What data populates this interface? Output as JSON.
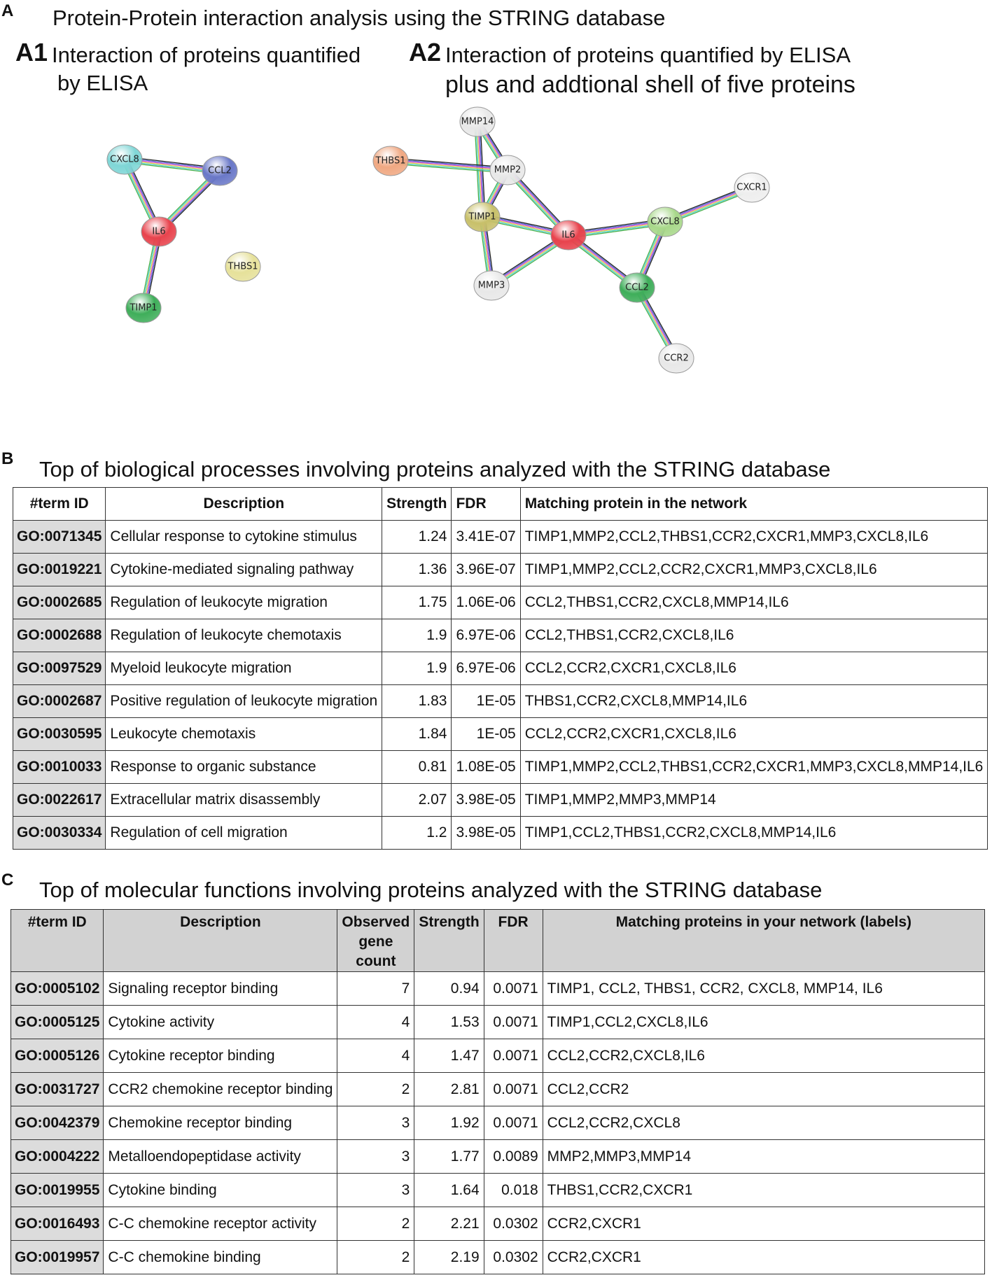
{
  "panel_a": {
    "letter": "A",
    "title": "Protein-Protein interaction analysis using the STRING database",
    "a1": {
      "letter": "A1",
      "title_line1": "Interaction of proteins quantified",
      "title_line2": "by ELISA",
      "nodes": [
        {
          "id": "CXCL8",
          "label": "CXCL8",
          "color": "#7fd6d6"
        },
        {
          "id": "CCL2",
          "label": "CCL2",
          "color": "#6a78c8"
        },
        {
          "id": "IL6",
          "label": "IL6",
          "color": "#e8434d"
        },
        {
          "id": "THBS1",
          "label": "THBS1",
          "color": "#e6e19a"
        },
        {
          "id": "TIMP1",
          "label": "TIMP1",
          "color": "#3fae5a"
        }
      ],
      "edges": [
        [
          "CXCL8",
          "CCL2"
        ],
        [
          "CXCL8",
          "IL6"
        ],
        [
          "CCL2",
          "IL6"
        ],
        [
          "IL6",
          "TIMP1"
        ]
      ]
    },
    "a2": {
      "letter": "A2",
      "title_line1": "Interaction of proteins quantified by ELISA",
      "title_line2": "plus and addtional shell of five proteins",
      "nodes": [
        {
          "id": "MMP14",
          "label": "MMP14",
          "color": "#e8e8e8"
        },
        {
          "id": "THBS1",
          "label": "THBS1",
          "color": "#f0a882"
        },
        {
          "id": "MMP2",
          "label": "MMP2",
          "color": "#e8e8e8"
        },
        {
          "id": "CXCR1",
          "label": "CXCR1",
          "color": "#eeeeee"
        },
        {
          "id": "TIMP1",
          "label": "TIMP1",
          "color": "#c8c06a"
        },
        {
          "id": "IL6",
          "label": "IL6",
          "color": "#e8434d"
        },
        {
          "id": "CXCL8",
          "label": "CXCL8",
          "color": "#a8d88a"
        },
        {
          "id": "MMP3",
          "label": "MMP3",
          "color": "#e8e8e8"
        },
        {
          "id": "CCL2",
          "label": "CCL2",
          "color": "#3fae5a"
        },
        {
          "id": "CCR2",
          "label": "CCR2",
          "color": "#e8e8e8"
        }
      ],
      "edges": [
        [
          "MMP14",
          "MMP2"
        ],
        [
          "MMP14",
          "TIMP1"
        ],
        [
          "THBS1",
          "MMP2"
        ],
        [
          "MMP2",
          "TIMP1"
        ],
        [
          "MMP2",
          "IL6"
        ],
        [
          "TIMP1",
          "IL6"
        ],
        [
          "TIMP1",
          "MMP3"
        ],
        [
          "MMP3",
          "IL6"
        ],
        [
          "IL6",
          "CXCL8"
        ],
        [
          "IL6",
          "CCL2"
        ],
        [
          "CXCL8",
          "CCL2"
        ],
        [
          "CXCL8",
          "CXCR1"
        ],
        [
          "CCL2",
          "CCR2"
        ]
      ]
    }
  },
  "panel_b": {
    "letter": "B",
    "title": "Top of biological processes involving proteins analyzed with the STRING database",
    "headers": [
      "#term ID",
      "Description",
      "Strength",
      "FDR",
      "Matching protein in the network"
    ],
    "rows": [
      [
        "GO:0071345",
        "Cellular response to cytokine stimulus",
        "1.24",
        "3.41E-07",
        "TIMP1,MMP2,CCL2,THBS1,CCR2,CXCR1,MMP3,CXCL8,IL6"
      ],
      [
        "GO:0019221",
        "Cytokine-mediated signaling pathway",
        "1.36",
        "3.96E-07",
        "TIMP1,MMP2,CCL2,CCR2,CXCR1,MMP3,CXCL8,IL6"
      ],
      [
        "GO:0002685",
        "Regulation of leukocyte migration",
        "1.75",
        "1.06E-06",
        "CCL2,THBS1,CCR2,CXCL8,MMP14,IL6"
      ],
      [
        "GO:0002688",
        "Regulation of leukocyte chemotaxis",
        "1.9",
        "6.97E-06",
        "CCL2,THBS1,CCR2,CXCL8,IL6"
      ],
      [
        "GO:0097529",
        "Myeloid leukocyte migration",
        "1.9",
        "6.97E-06",
        "CCL2,CCR2,CXCR1,CXCL8,IL6"
      ],
      [
        "GO:0002687",
        "Positive regulation of leukocyte migration",
        "1.83",
        "1E-05",
        "THBS1,CCR2,CXCL8,MMP14,IL6"
      ],
      [
        "GO:0030595",
        "Leukocyte chemotaxis",
        "1.84",
        "1E-05",
        "CCL2,CCR2,CXCR1,CXCL8,IL6"
      ],
      [
        "GO:0010033",
        "Response to organic substance",
        "0.81",
        "1.08E-05",
        "TIMP1,MMP2,CCL2,THBS1,CCR2,CXCR1,MMP3,CXCL8,MMP14,IL6"
      ],
      [
        "GO:0022617",
        "Extracellular matrix disassembly",
        "2.07",
        "3.98E-05",
        "TIMP1,MMP2,MMP3,MMP14"
      ],
      [
        "GO:0030334",
        "Regulation of cell migration",
        "1.2",
        "3.98E-05",
        "TIMP1,CCL2,THBS1,CCR2,CXCL8,MMP14,IL6"
      ]
    ]
  },
  "panel_c": {
    "letter": "C",
    "title": "Top of molecular functions involving proteins analyzed with the STRING database",
    "headers": [
      "#term ID",
      "Description",
      "Observed gene count",
      "Strength",
      "FDR",
      "Matching proteins in your network (labels)"
    ],
    "rows": [
      [
        "GO:0005102",
        "Signaling receptor binding",
        "7",
        "0.94",
        "0.0071",
        "TIMP1, CCL2, THBS1, CCR2, CXCL8, MMP14, IL6"
      ],
      [
        "GO:0005125",
        "Cytokine activity",
        "4",
        "1.53",
        "0.0071",
        "TIMP1,CCL2,CXCL8,IL6"
      ],
      [
        "GO:0005126",
        "Cytokine receptor binding",
        "4",
        "1.47",
        "0.0071",
        "CCL2,CCR2,CXCL8,IL6"
      ],
      [
        "GO:0031727",
        "CCR2 chemokine receptor binding",
        "2",
        "2.81",
        "0.0071",
        "CCL2,CCR2"
      ],
      [
        "GO:0042379",
        "Chemokine receptor binding",
        "3",
        "1.92",
        "0.0071",
        "CCL2,CCR2,CXCL8"
      ],
      [
        "GO:0004222",
        "Metalloendopeptidase activity",
        "3",
        "1.77",
        "0.0089",
        "MMP2,MMP3,MMP14"
      ],
      [
        "GO:0019955",
        "Cytokine binding",
        "3",
        "1.64",
        "0.018",
        "THBS1,CCR2,CXCR1"
      ],
      [
        "GO:0016493",
        "C-C chemokine receptor activity",
        "2",
        "2.21",
        "0.0302",
        "CCR2,CXCR1"
      ],
      [
        "GO:0019957",
        "C-C chemokine binding",
        "2",
        "2.19",
        "0.0302",
        "CCR2,CXCR1"
      ]
    ]
  }
}
